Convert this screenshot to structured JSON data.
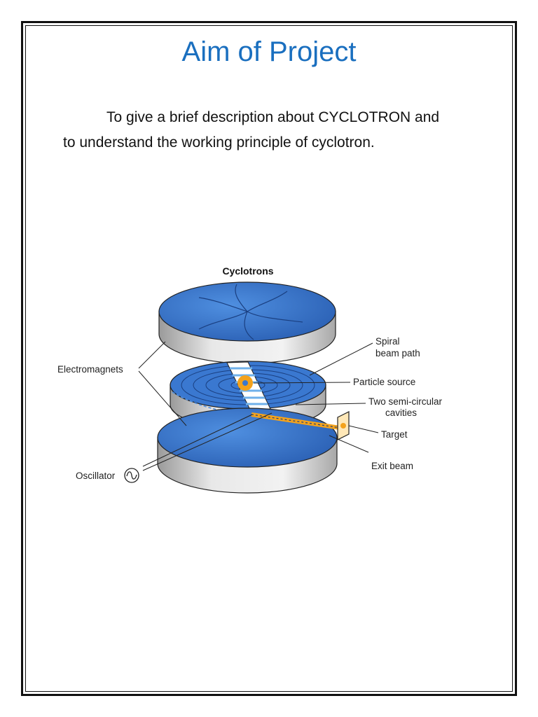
{
  "document": {
    "title": "Aim of Project",
    "aim_line1": "To give a brief description about CYCLOTRON and",
    "aim_line2": "to understand the working principle of cyclotron."
  },
  "figure": {
    "title": "Cyclotrons",
    "labels": {
      "electromagnets": "Electromagnets",
      "spiral_line1": "Spiral",
      "spiral_line2": "beam path",
      "particle_source": "Particle source",
      "cavities_line1": "Two semi-circular",
      "cavities_line2": "cavities",
      "target": "Target",
      "exit_beam": "Exit beam",
      "oscillator": "Oscillator"
    },
    "colors": {
      "disc_blue": "#2f6fc8",
      "disc_edge": "#d9d9d9",
      "beam_orange": "#f3a21c"
    }
  }
}
